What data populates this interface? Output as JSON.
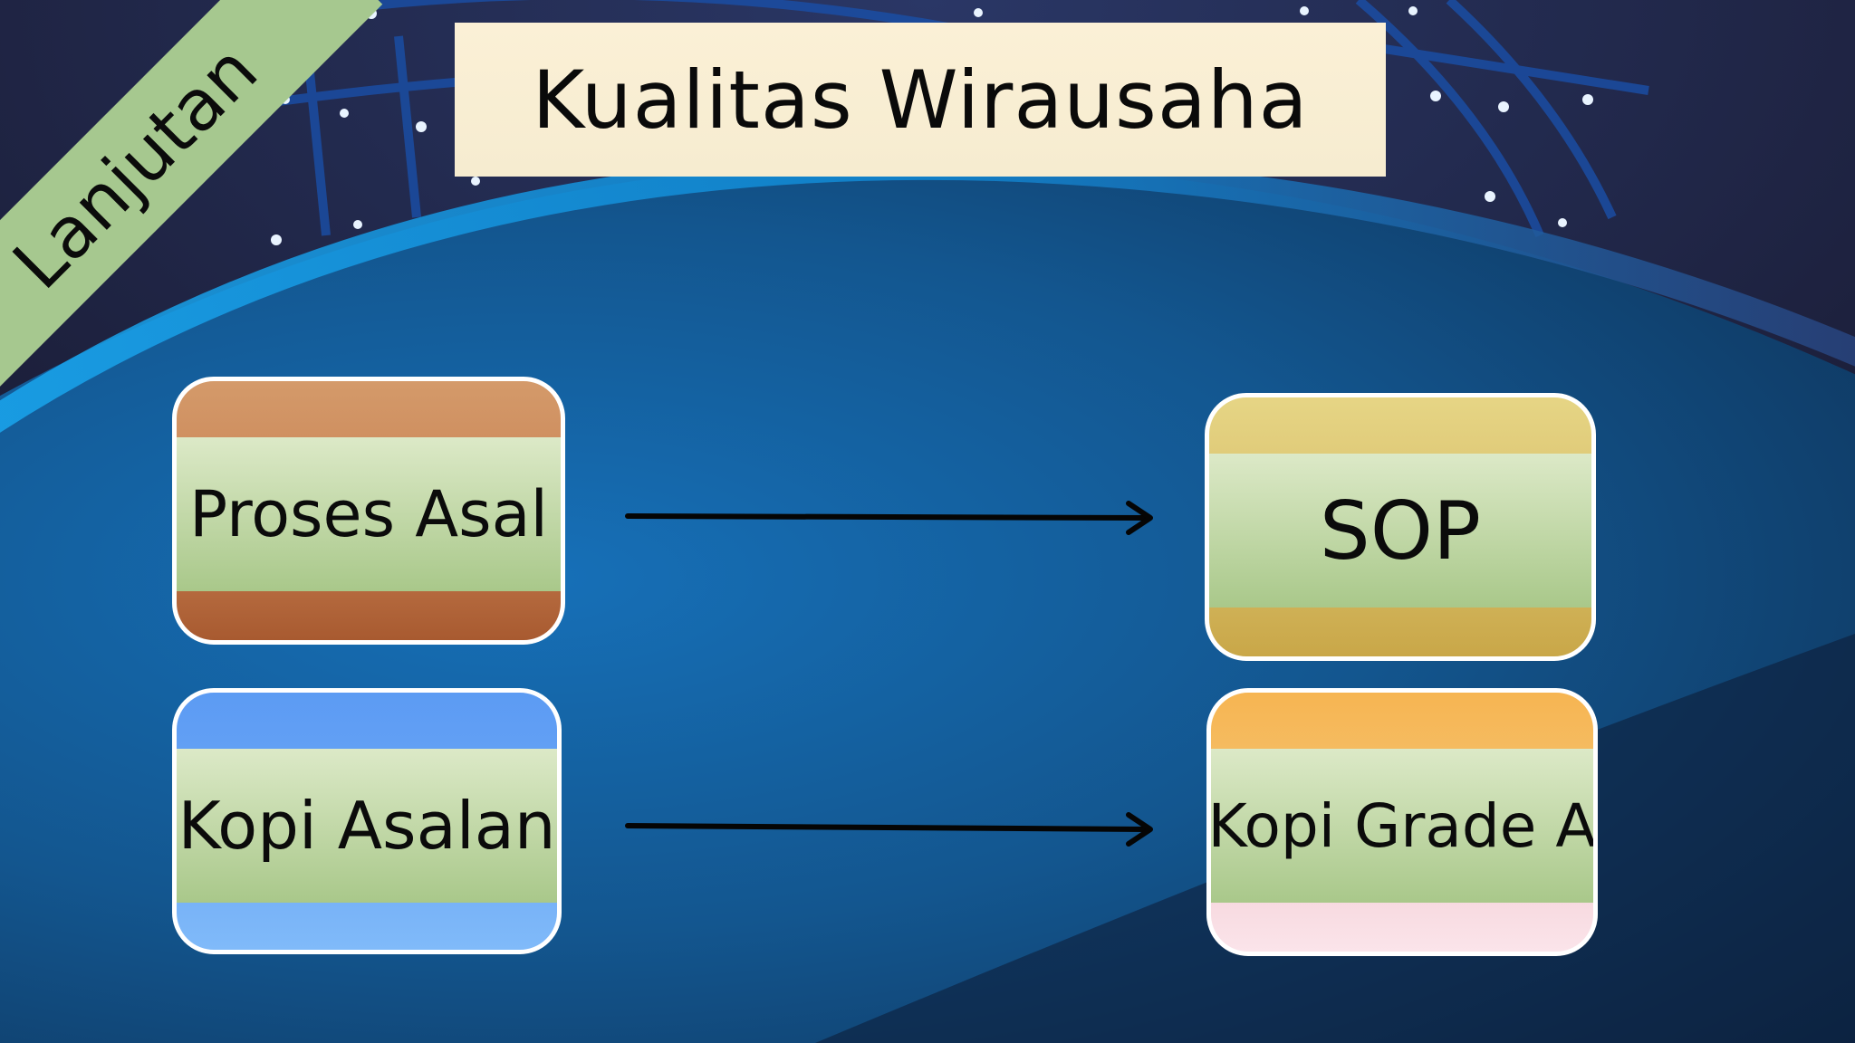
{
  "slide": {
    "title": "Kualitas Wirausaha",
    "corner_label": "Lanjutan"
  },
  "diagram": {
    "nodes": [
      {
        "id": "proses-asal",
        "label": "Proses Asal"
      },
      {
        "id": "kopi-asalan",
        "label": "Kopi Asalan"
      },
      {
        "id": "sop",
        "label": "SOP"
      },
      {
        "id": "kopi-grade-a",
        "label": "Kopi Grade A"
      }
    ],
    "edges": [
      {
        "from": "proses-asal",
        "to": "sop"
      },
      {
        "from": "kopi-asalan",
        "to": "kopi-grade-a"
      }
    ]
  },
  "colors": {
    "title_box": "#f8eed3",
    "corner_band": "#a6c88f",
    "arrow": "#050505",
    "node_band": "#b8d39b"
  }
}
